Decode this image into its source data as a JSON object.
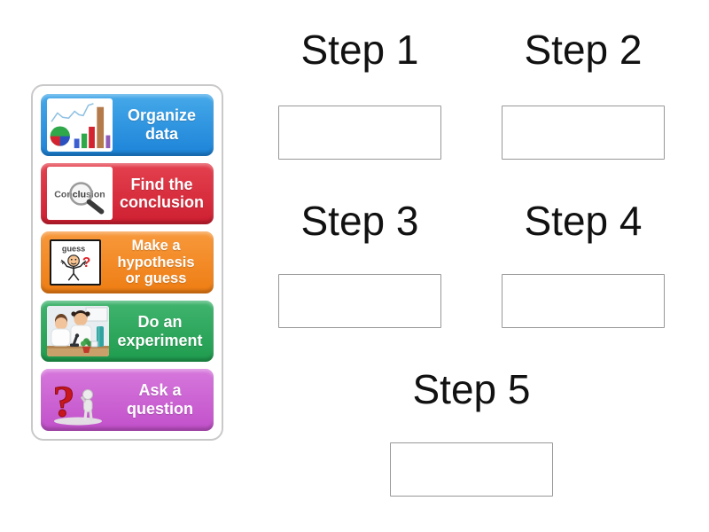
{
  "page": {
    "background": "#ffffff"
  },
  "word_bank": {
    "cards": [
      {
        "name": "organize-data",
        "lines": [
          "Organize",
          "data"
        ],
        "color_top": "#46a9e9",
        "color_bottom": "#1c83d8",
        "icon": "charts-icon"
      },
      {
        "name": "find-the-conclusion",
        "lines": [
          "Find the",
          "conclusion"
        ],
        "color_top": "#e4414f",
        "color_bottom": "#ce1f31",
        "icon": "conclusion-magnifier-icon",
        "icon_text_segments": [
          "Con",
          "clu",
          "sion"
        ]
      },
      {
        "name": "make-a-hypothesis-or-guess",
        "lines": [
          "Make a",
          "hypothesis",
          "or guess"
        ],
        "color_top": "#f8993c",
        "color_bottom": "#ee7d13",
        "icon": "guess-figure-icon",
        "icon_text": "guess"
      },
      {
        "name": "do-an-experiment",
        "lines": [
          "Do an",
          "experiment"
        ],
        "color_top": "#40b46e",
        "color_bottom": "#1f9c4e",
        "icon": "experiment-photo-icon"
      },
      {
        "name": "ask-a-question",
        "lines": [
          "Ask a",
          "question"
        ],
        "color_top": "#d678dc",
        "color_bottom": "#c250ca",
        "icon": "question-mark-figure-icon"
      }
    ]
  },
  "targets": [
    {
      "name": "step-1",
      "label": "Step 1"
    },
    {
      "name": "step-2",
      "label": "Step 2"
    },
    {
      "name": "step-3",
      "label": "Step 3"
    },
    {
      "name": "step-4",
      "label": "Step 4"
    },
    {
      "name": "step-5",
      "label": "Step 5"
    }
  ]
}
